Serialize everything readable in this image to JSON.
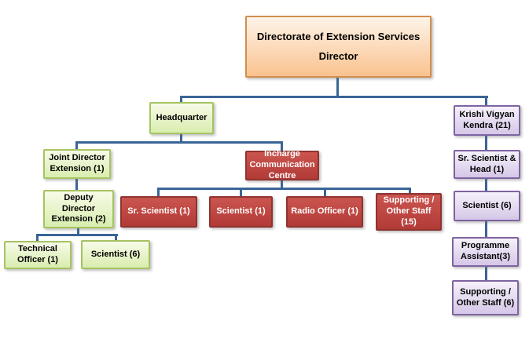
{
  "chart_type": "org-chart",
  "palette": {
    "connector": "#3A6596",
    "orange_fill": "#FAC28F",
    "orange_border": "#D18E4F",
    "green_fill": "#D9EDAF",
    "green_border": "#A6C362",
    "red_fill": "#B9413E",
    "red_border": "#8F3431",
    "red_text": "#FFFFFF",
    "purple_fill": "#D5C7E7",
    "purple_border": "#7E63A1",
    "text": "#000000"
  },
  "nodes": {
    "director": {
      "title": "Directorate of Extension Services",
      "subtitle": "Director"
    },
    "headquarter": {
      "label": "Headquarter"
    },
    "krishi_vigyan_kendra": {
      "label": "Krishi Vigyan Kendra (21)"
    },
    "joint_director_extension": {
      "label": "Joint Director Extension (1)"
    },
    "incharge_communication_centre": {
      "label": "Incharge Communication Centre"
    },
    "kvk_sr_scientist_head": {
      "label": "Sr. Scientist & Head (1)"
    },
    "deputy_director_extension": {
      "label": "Deputy Director Extension (2)"
    },
    "cc_sr_scientist": {
      "label": "Sr. Scientist (1)"
    },
    "cc_scientist": {
      "label": "Scientist (1)"
    },
    "cc_radio_officer": {
      "label": "Radio Officer (1)"
    },
    "cc_supporting_staff": {
      "label": "Supporting / Other Staff (15)"
    },
    "kvk_scientist": {
      "label": "Scientist (6)"
    },
    "hq_technical_officer": {
      "label": "Technical Officer (1)"
    },
    "hq_scientist": {
      "label": "Scientist (6)"
    },
    "kvk_programme_assistant": {
      "label": "Programme Assistant(3)"
    },
    "kvk_supporting_staff": {
      "label": "Supporting / Other Staff (6)"
    }
  }
}
